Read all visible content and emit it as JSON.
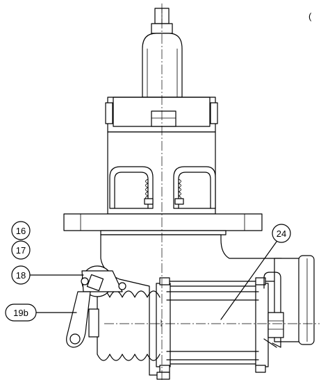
{
  "figure": {
    "corner_mark": "(",
    "callouts": [
      {
        "id": "c16",
        "label": "16"
      },
      {
        "id": "c17",
        "label": "17"
      },
      {
        "id": "c18",
        "label": "18"
      },
      {
        "id": "c19b",
        "label": "19b"
      },
      {
        "id": "c24",
        "label": "24"
      }
    ]
  }
}
